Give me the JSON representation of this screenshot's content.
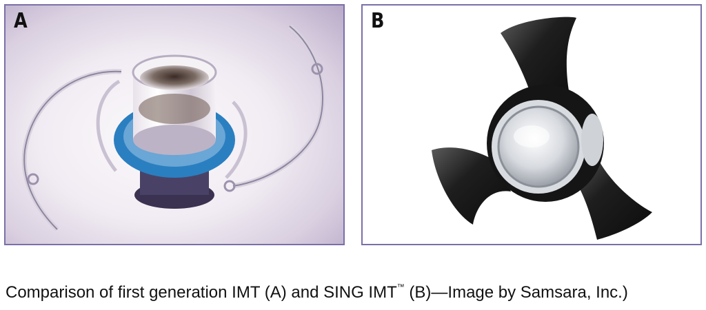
{
  "panels": [
    {
      "label": "A",
      "description_icon": "implant-illustration"
    },
    {
      "label": "B",
      "description_icon": "implant-render"
    }
  ],
  "caption": {
    "before_tm": "Comparison of first generation IMT (A) and SING IMT",
    "tm": "™",
    "after_tm": " (B)—Image by Samsara, Inc.)"
  },
  "colors": {
    "border": "#7a6fa8",
    "ring_blue": "#2a7fc0",
    "haptic_black": "#1a1a1a"
  }
}
